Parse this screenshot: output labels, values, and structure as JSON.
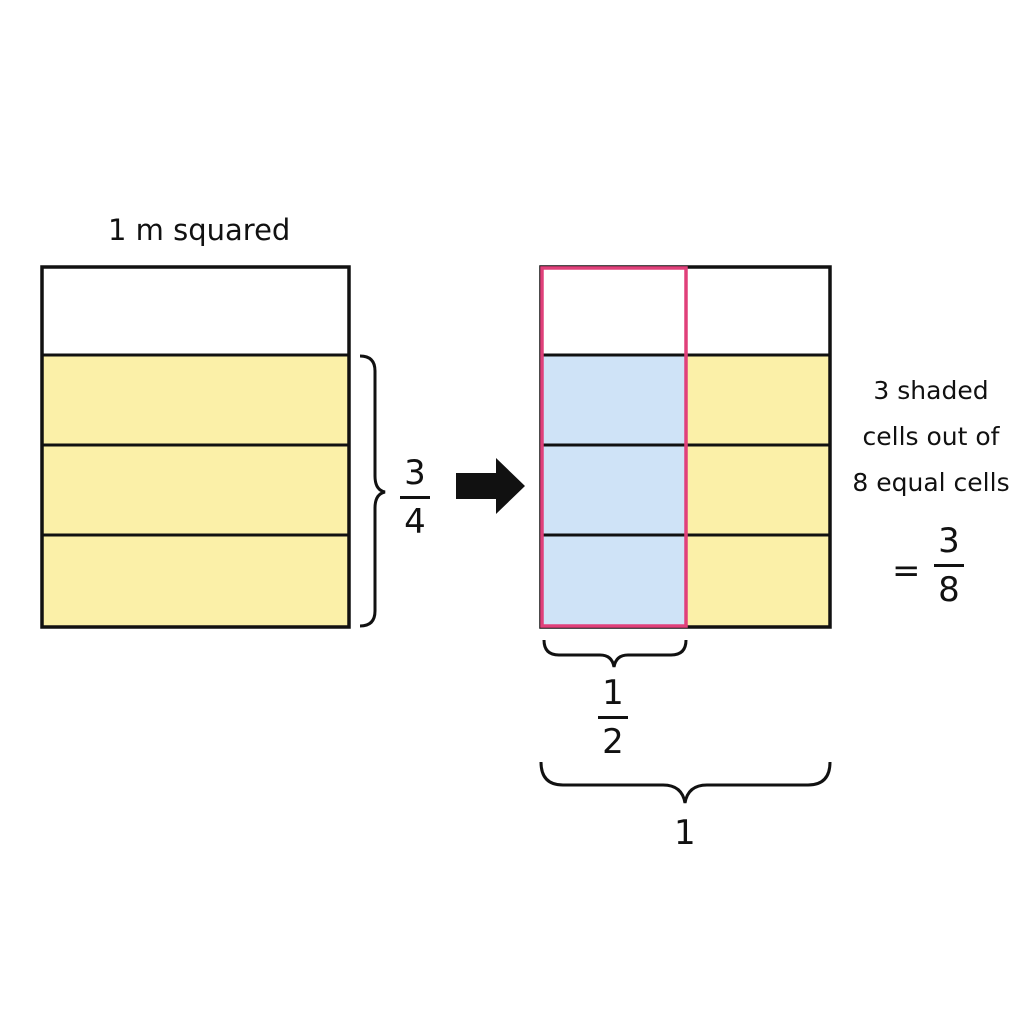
{
  "title": "1 m squared",
  "left_fraction": {
    "numerator": "3",
    "denominator": "4"
  },
  "column_fraction": {
    "numerator": "1",
    "denominator": "2"
  },
  "whole_label": "1",
  "description": [
    "3 shaded",
    "cells out of",
    "8 equal cells"
  ],
  "result": {
    "equals": "=",
    "numerator": "3",
    "denominator": "8"
  },
  "colors": {
    "yellow_fill": "#fbf0a8",
    "blue_fill": "#cfe3f7",
    "highlight_outline": "#e0407a",
    "line": "#111111"
  }
}
